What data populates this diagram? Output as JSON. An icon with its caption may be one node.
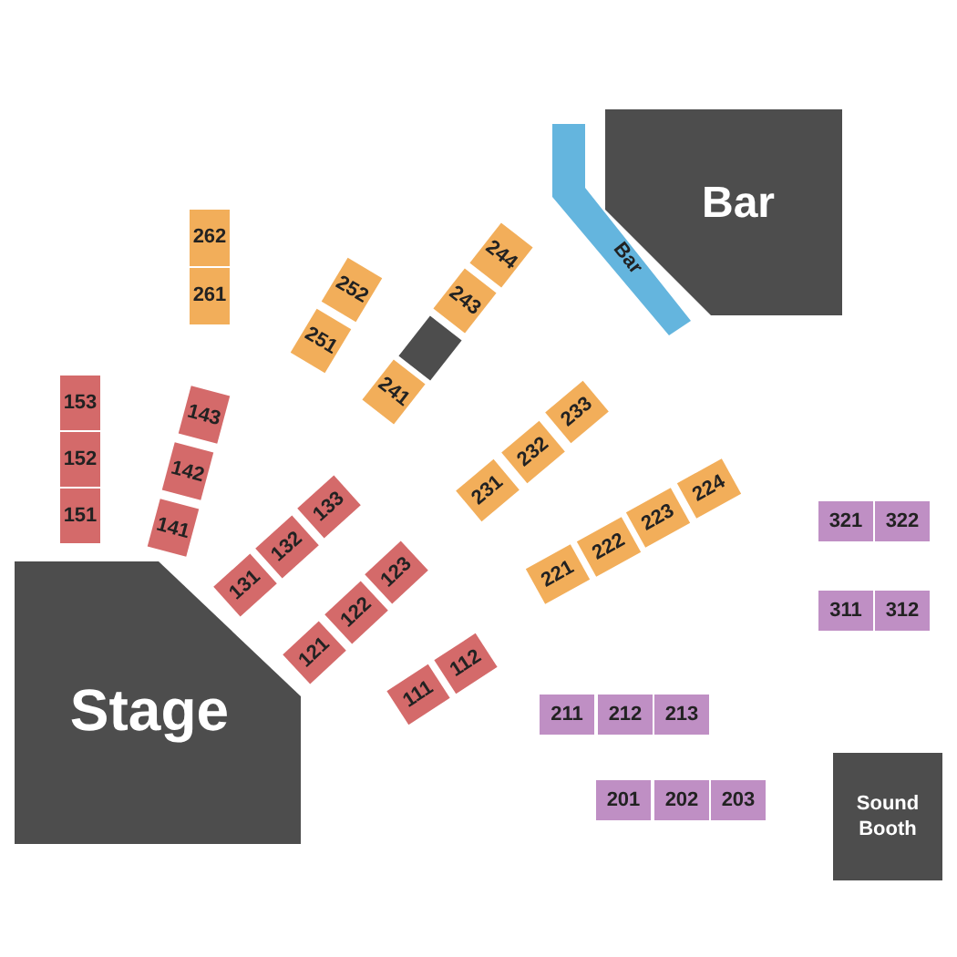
{
  "diagram": {
    "nodes": [
      {
        "text": [
          "Bar"
        ]
      },
      {
        "text": [
          "Bar"
        ]
      },
      {
        "text": [
          "262"
        ]
      },
      {
        "text": [
          "261"
        ]
      },
      {
        "text": [
          "252"
        ]
      },
      {
        "text": [
          "251"
        ]
      },
      {
        "text": [
          "244"
        ]
      },
      {
        "text": [
          "243"
        ]
      },
      {
        "text": [],
        "shape": "box"
      },
      {
        "text": [
          "241"
        ]
      },
      {
        "text": [
          "153"
        ]
      },
      {
        "text": [
          "152"
        ]
      },
      {
        "text": [
          "151"
        ]
      },
      {
        "text": [
          "143"
        ]
      },
      {
        "text": [
          "142"
        ]
      },
      {
        "text": [
          "141"
        ]
      },
      {
        "text": [
          "233"
        ]
      },
      {
        "text": [
          "232"
        ]
      },
      {
        "text": [
          "231"
        ]
      },
      {
        "text": [
          "224"
        ]
      },
      {
        "text": [
          "223"
        ]
      },
      {
        "text": [
          "222"
        ]
      },
      {
        "text": [
          "221"
        ]
      },
      {
        "text": [
          "321"
        ]
      },
      {
        "text": [
          "322"
        ]
      },
      {
        "text": [
          "133"
        ]
      },
      {
        "text": [
          "132"
        ]
      },
      {
        "text": [
          "131"
        ]
      },
      {
        "text": [
          "123"
        ]
      },
      {
        "text": [
          "122"
        ]
      },
      {
        "text": [
          "121"
        ]
      },
      {
        "text": [
          "311"
        ]
      },
      {
        "text": [
          "312"
        ]
      },
      {
        "text": [
          "112"
        ]
      },
      {
        "text": [
          "111"
        ]
      },
      {
        "text": [
          "Stage"
        ]
      },
      {
        "text": [
          "211"
        ]
      },
      {
        "text": [
          "212"
        ]
      },
      {
        "text": [
          "213"
        ]
      },
      {
        "text": [
          "Sound Booth"
        ]
      },
      {
        "text": [
          "201"
        ]
      },
      {
        "text": [
          "202"
        ]
      },
      {
        "text": [
          "203"
        ]
      }
    ]
  }
}
